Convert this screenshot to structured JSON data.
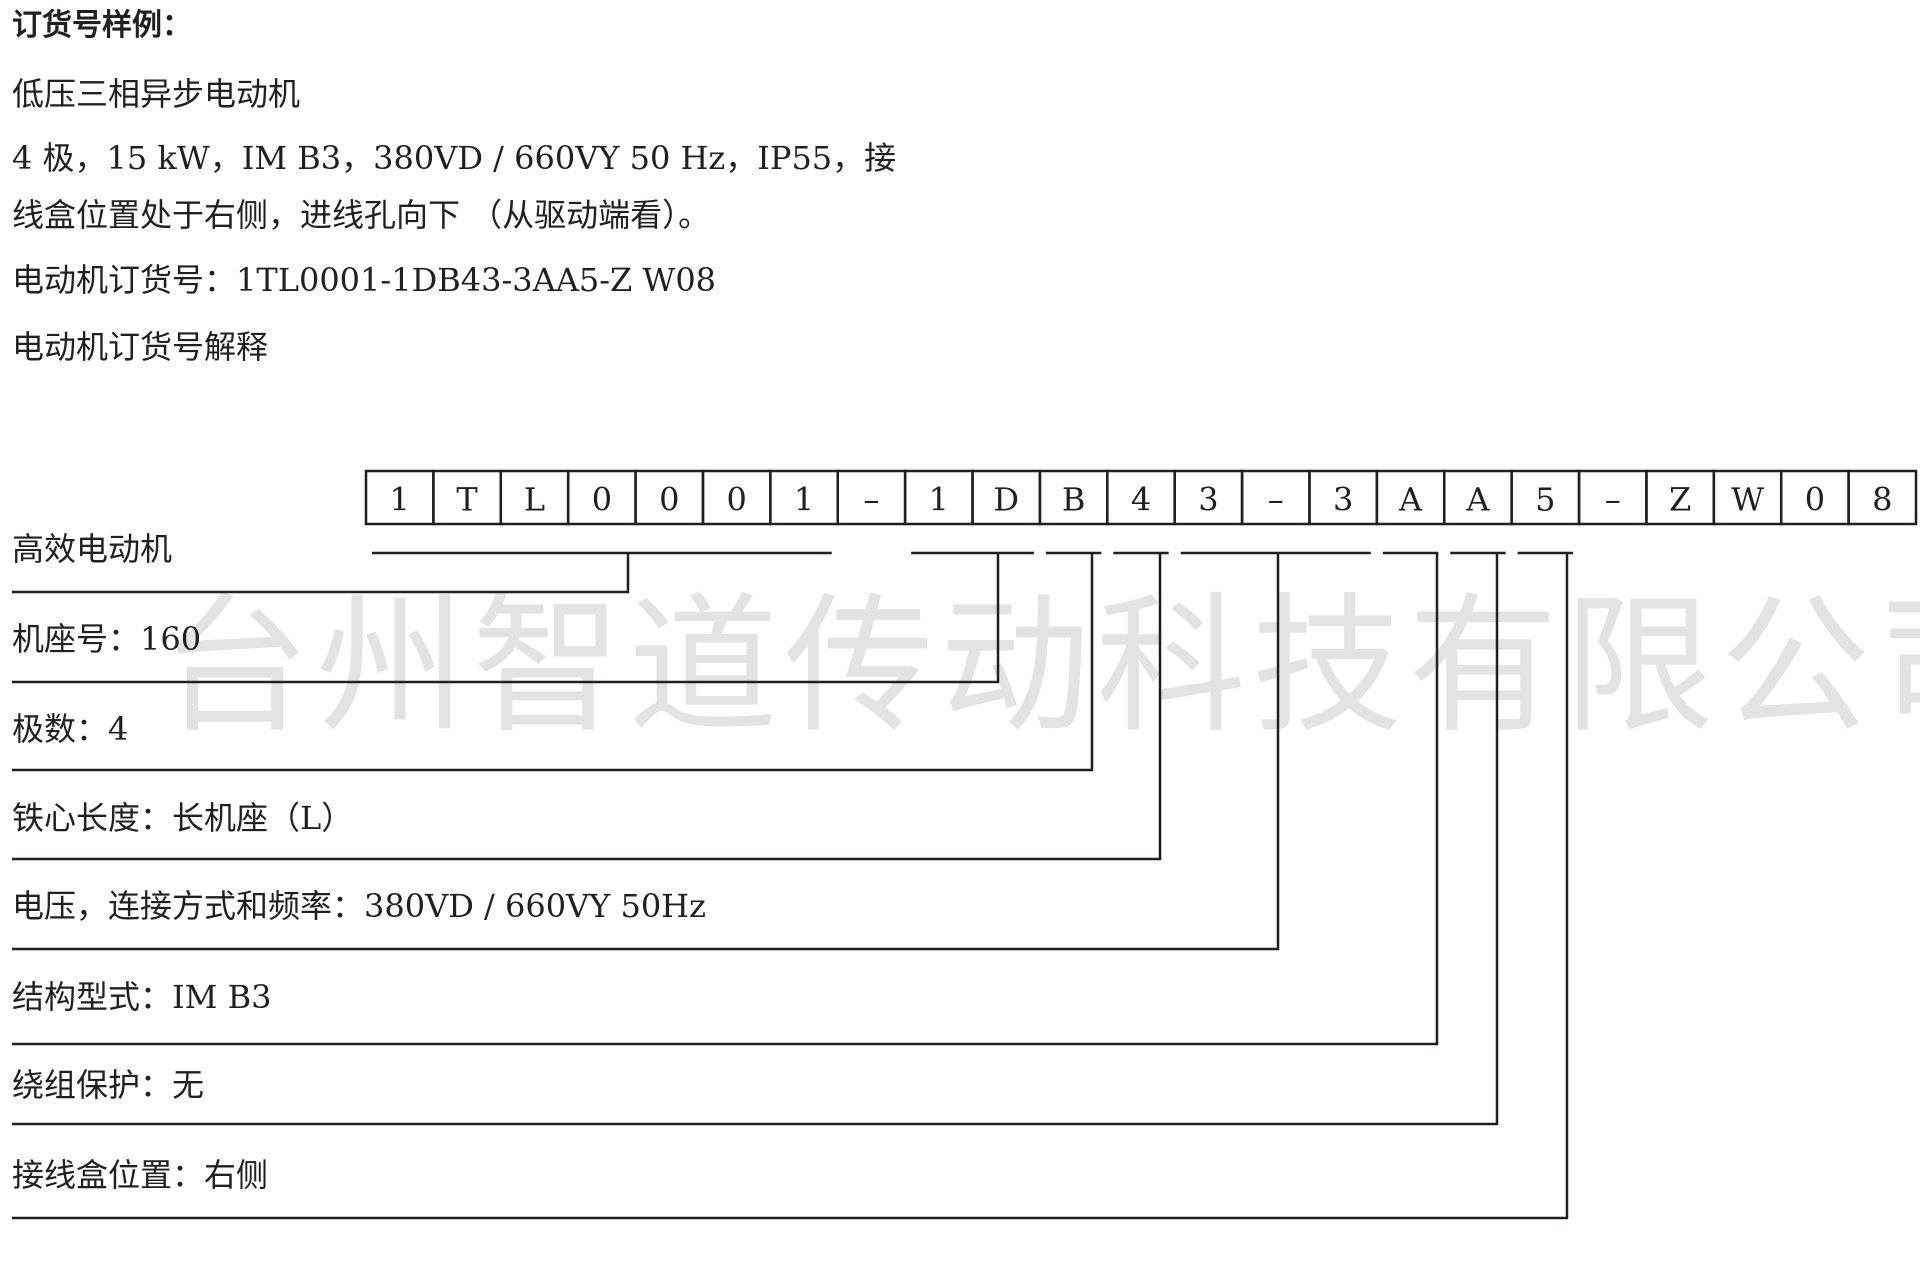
{
  "heading": "订货号样例：",
  "intro": {
    "line1": "低压三相异步电动机",
    "line2": "4 极，15 kW，IM B3，380VD / 660VY 50 Hz，IP55，接",
    "line3": "线盒位置处于右侧，进线孔向下 （从驱动端看）。",
    "order_no": "电动机订货号：1TL0001-1DB43-3AA5-Z W08",
    "explain_title": "电动机订货号解释"
  },
  "order_code": [
    "1",
    "T",
    "L",
    "0",
    "0",
    "0",
    "1",
    "–",
    "1",
    "D",
    "B",
    "4",
    "3",
    "–",
    "3",
    "A",
    "A",
    "5",
    "–",
    "Z",
    "W",
    "0",
    "8"
  ],
  "explanations": [
    "高效电动机",
    "机座号：160",
    "极数：4",
    "铁心长度：长机座（L）",
    "电压，连接方式和频率：380VD / 660VY 50Hz",
    "结构型式：IM B3",
    "绕组保护：无",
    "接线盒位置：右侧"
  ],
  "watermark": "台州智道传动科技有限公司"
}
